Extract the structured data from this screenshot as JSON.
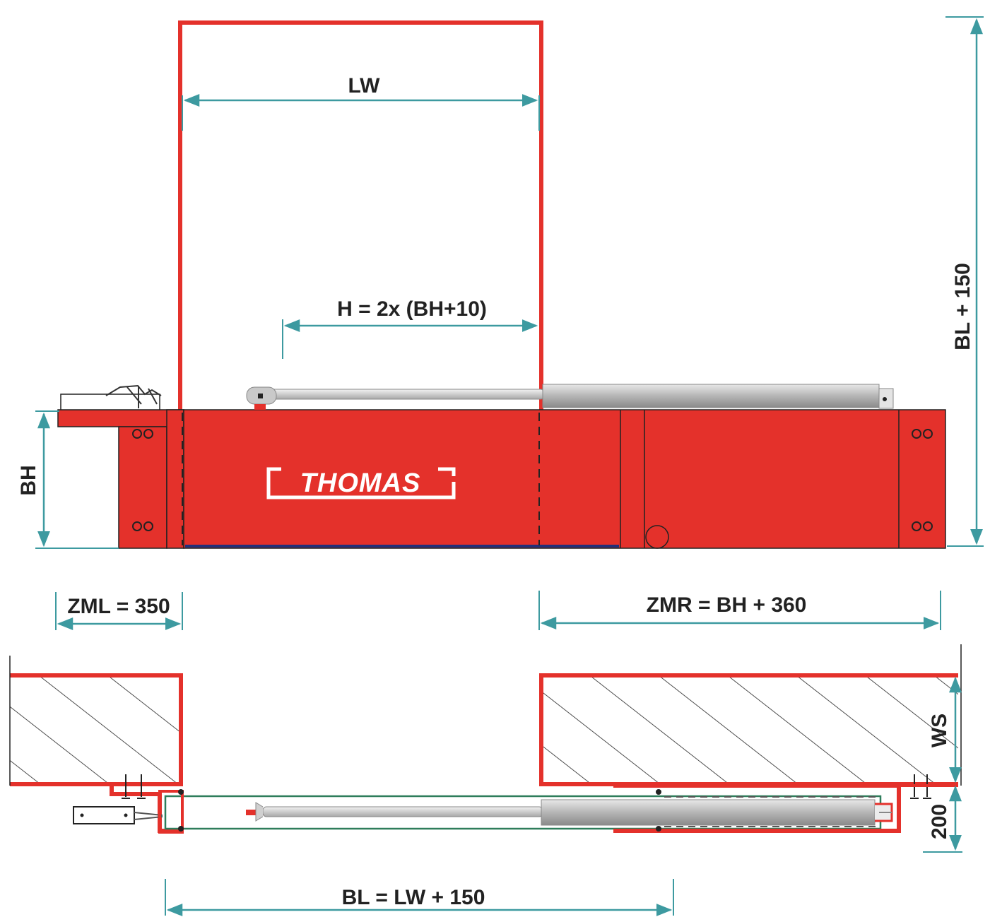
{
  "labels": {
    "lw": "LW",
    "h_formula": "H = 2x (BH+10)",
    "bh": "BH",
    "bl_plus": "BL + 150",
    "zml": "ZML = 350",
    "zmr": "ZMR = BH + 360",
    "ws": "WS",
    "d200": "200",
    "bl": "BL = LW + 150"
  },
  "logo": {
    "text": "THOMAS"
  },
  "colors": {
    "red": "#e4312b",
    "dark_red": "#c81f1a",
    "dimension": "#3d9aa0",
    "cylinder": "#bdbdbd",
    "outline": "#222222",
    "navy": "#22307a",
    "green_outline": "#2e7d5b"
  }
}
